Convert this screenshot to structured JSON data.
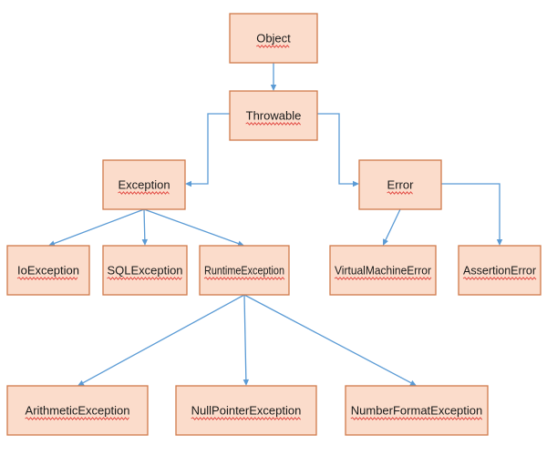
{
  "diagram": {
    "nodes": {
      "object": "Object",
      "throwable": "Throwable",
      "exception": "Exception",
      "error": "Error",
      "ioexception": "IoException",
      "sqlexception": "SQLException",
      "runtimeexception": "RuntimeException",
      "virtualmachineerror": "VirtualMachineError",
      "assertionerror": "AssertionError",
      "arithmeticexception": "ArithmeticException",
      "nullpointerexception": "NullPointerException",
      "numberformatexception": "NumberFormatException"
    },
    "edges": [
      [
        "object",
        "throwable"
      ],
      [
        "throwable",
        "exception"
      ],
      [
        "throwable",
        "error"
      ],
      [
        "exception",
        "ioexception"
      ],
      [
        "exception",
        "sqlexception"
      ],
      [
        "exception",
        "runtimeexception"
      ],
      [
        "error",
        "virtualmachineerror"
      ],
      [
        "error",
        "assertionerror"
      ],
      [
        "runtimeexception",
        "arithmeticexception"
      ],
      [
        "runtimeexception",
        "nullpointerexception"
      ],
      [
        "runtimeexception",
        "numberformatexception"
      ]
    ],
    "colors": {
      "node_fill": "#fbdccb",
      "node_border": "#d07a4a",
      "edge": "#5b9bd5",
      "spellcheck_underline": "#e0403a"
    }
  }
}
